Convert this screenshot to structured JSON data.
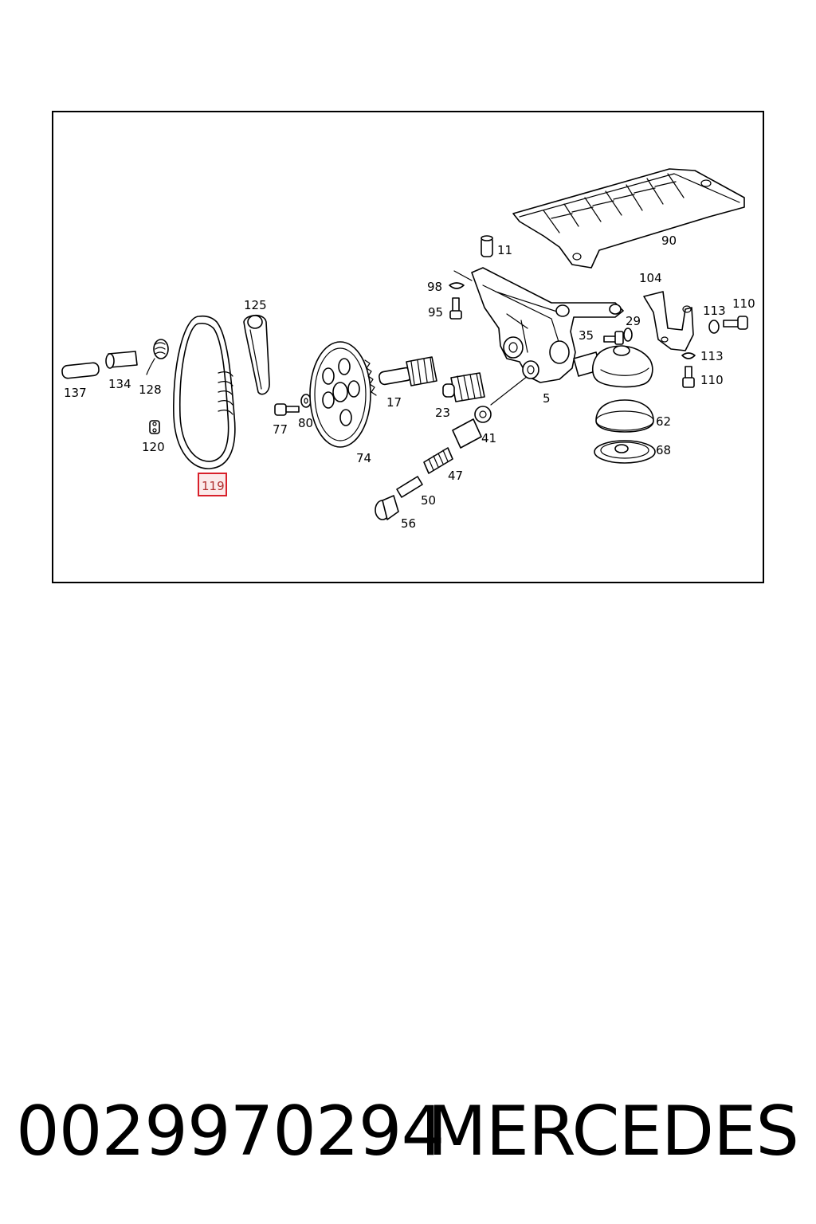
{
  "diagram": {
    "highlighted_label": "119",
    "labels": {
      "l137": "137",
      "l134": "134",
      "l128": "128",
      "l120": "120",
      "l125": "125",
      "l77": "77",
      "l80": "80",
      "l74": "74",
      "l17": "17",
      "l23": "23",
      "l41": "41",
      "l47": "47",
      "l50": "50",
      "l56": "56",
      "l5": "5",
      "l98": "98",
      "l95": "95",
      "l11": "11",
      "l90": "90",
      "l104": "104",
      "l113a": "113",
      "l110a": "110",
      "l113b": "113",
      "l110b": "110",
      "l35": "35",
      "l29": "29",
      "l62": "62",
      "l68": "68"
    },
    "highlight_color": "#d8202a"
  },
  "footer": {
    "part_number": "0029970294",
    "brand": "MERCEDES"
  }
}
